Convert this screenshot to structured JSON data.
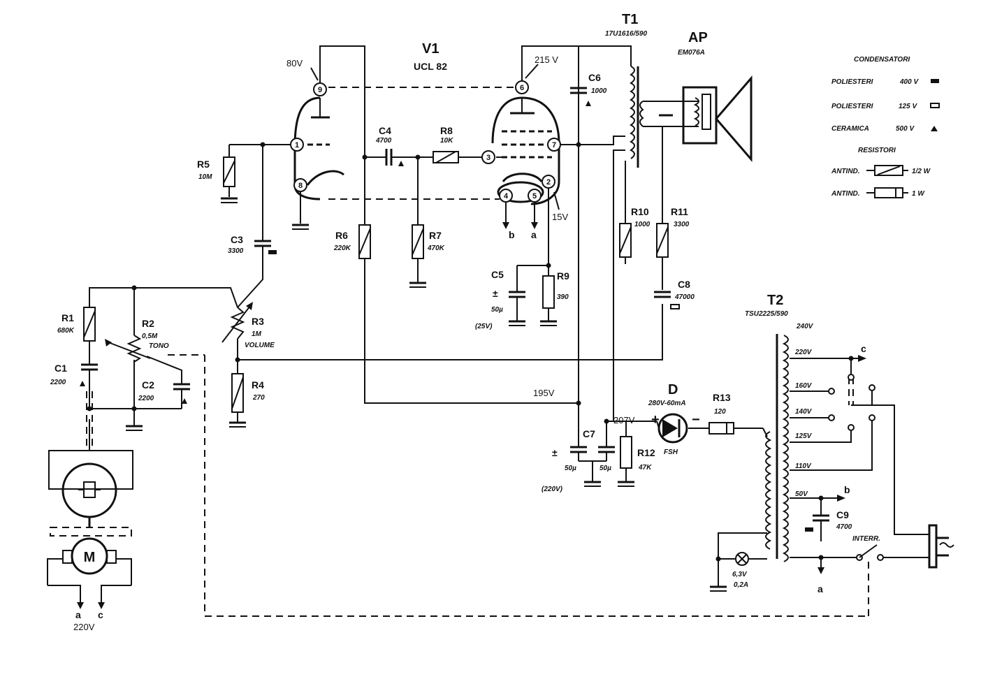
{
  "tube": {
    "name": "V1",
    "type": "UCL 82",
    "pins": [
      "9",
      "1",
      "8",
      "6",
      "3",
      "7",
      "2",
      "4",
      "5"
    ]
  },
  "voltages": {
    "v80": "80V",
    "v215": "215 V",
    "v15": "15V",
    "v195": "195V",
    "v207": "207V",
    "mains": "220V"
  },
  "components": {
    "R1": {
      "ref": "R1",
      "value": "680K"
    },
    "R2": {
      "ref": "R2",
      "value": "0,5M",
      "name": "TONO"
    },
    "R3": {
      "ref": "R3",
      "value": "1M",
      "name": "VOLUME"
    },
    "R4": {
      "ref": "R4",
      "value": "270"
    },
    "R5": {
      "ref": "R5",
      "value": "10M"
    },
    "R6": {
      "ref": "R6",
      "value": "220K"
    },
    "R7": {
      "ref": "R7",
      "value": "470K"
    },
    "R8": {
      "ref": "R8",
      "value": "10K"
    },
    "R9": {
      "ref": "R9",
      "value": "390"
    },
    "R10": {
      "ref": "R10",
      "value": "1000"
    },
    "R11": {
      "ref": "R11",
      "value": "3300"
    },
    "R12": {
      "ref": "R12",
      "value": "47K"
    },
    "R13": {
      "ref": "R13",
      "value": "120"
    },
    "C1": {
      "ref": "C1",
      "value": "2200"
    },
    "C2": {
      "ref": "C2",
      "value": "2200"
    },
    "C3": {
      "ref": "C3",
      "value": "3300"
    },
    "C4": {
      "ref": "C4",
      "value": "4700"
    },
    "C5": {
      "ref": "C5",
      "value": "50µ",
      "rating": "(25V)"
    },
    "C6": {
      "ref": "C6",
      "value": "1000"
    },
    "C7": {
      "ref": "C7",
      "value_a": "50µ",
      "value_b": "50µ",
      "rating": "(220V)"
    },
    "C8": {
      "ref": "C8",
      "value": "47000"
    },
    "C9": {
      "ref": "C9",
      "value": "4700"
    },
    "D": {
      "ref": "D",
      "value": "280V-60mA",
      "type": "FSH"
    },
    "T1": {
      "ref": "T1",
      "value": "17U1616/590"
    },
    "T2": {
      "ref": "T2",
      "value": "TSU2225/590"
    },
    "AP": {
      "ref": "AP",
      "value": "EM076A"
    },
    "M": {
      "ref": "M"
    },
    "lamp": {
      "value_v": "6,3V",
      "value_a": "0,2A"
    },
    "switch": {
      "label": "INTERR."
    }
  },
  "t2_taps": [
    "240V",
    "220V",
    "160V",
    "140V",
    "125V",
    "110V",
    "50V"
  ],
  "nodes": {
    "a": "a",
    "b": "b",
    "c": "c"
  },
  "polarity": {
    "plus": "+",
    "minus": "−",
    "pm": "±"
  },
  "legend": {
    "title_caps": "CONDENSATORI",
    "caps": [
      {
        "name": "POLIESTERI",
        "rating": "400 V",
        "symbol": "filled-rect"
      },
      {
        "name": "POLIESTERI",
        "rating": "125 V",
        "symbol": "open-rect"
      },
      {
        "name": "CERAMICA",
        "rating": "500 V",
        "symbol": "triangle"
      }
    ],
    "title_res": "RESISTORI",
    "res": [
      {
        "name": "ANTIND.",
        "rating": "1/2 W",
        "symbol": "slash-resistor"
      },
      {
        "name": "ANTIND.",
        "rating": "1 W",
        "symbol": "band-resistor"
      }
    ]
  }
}
